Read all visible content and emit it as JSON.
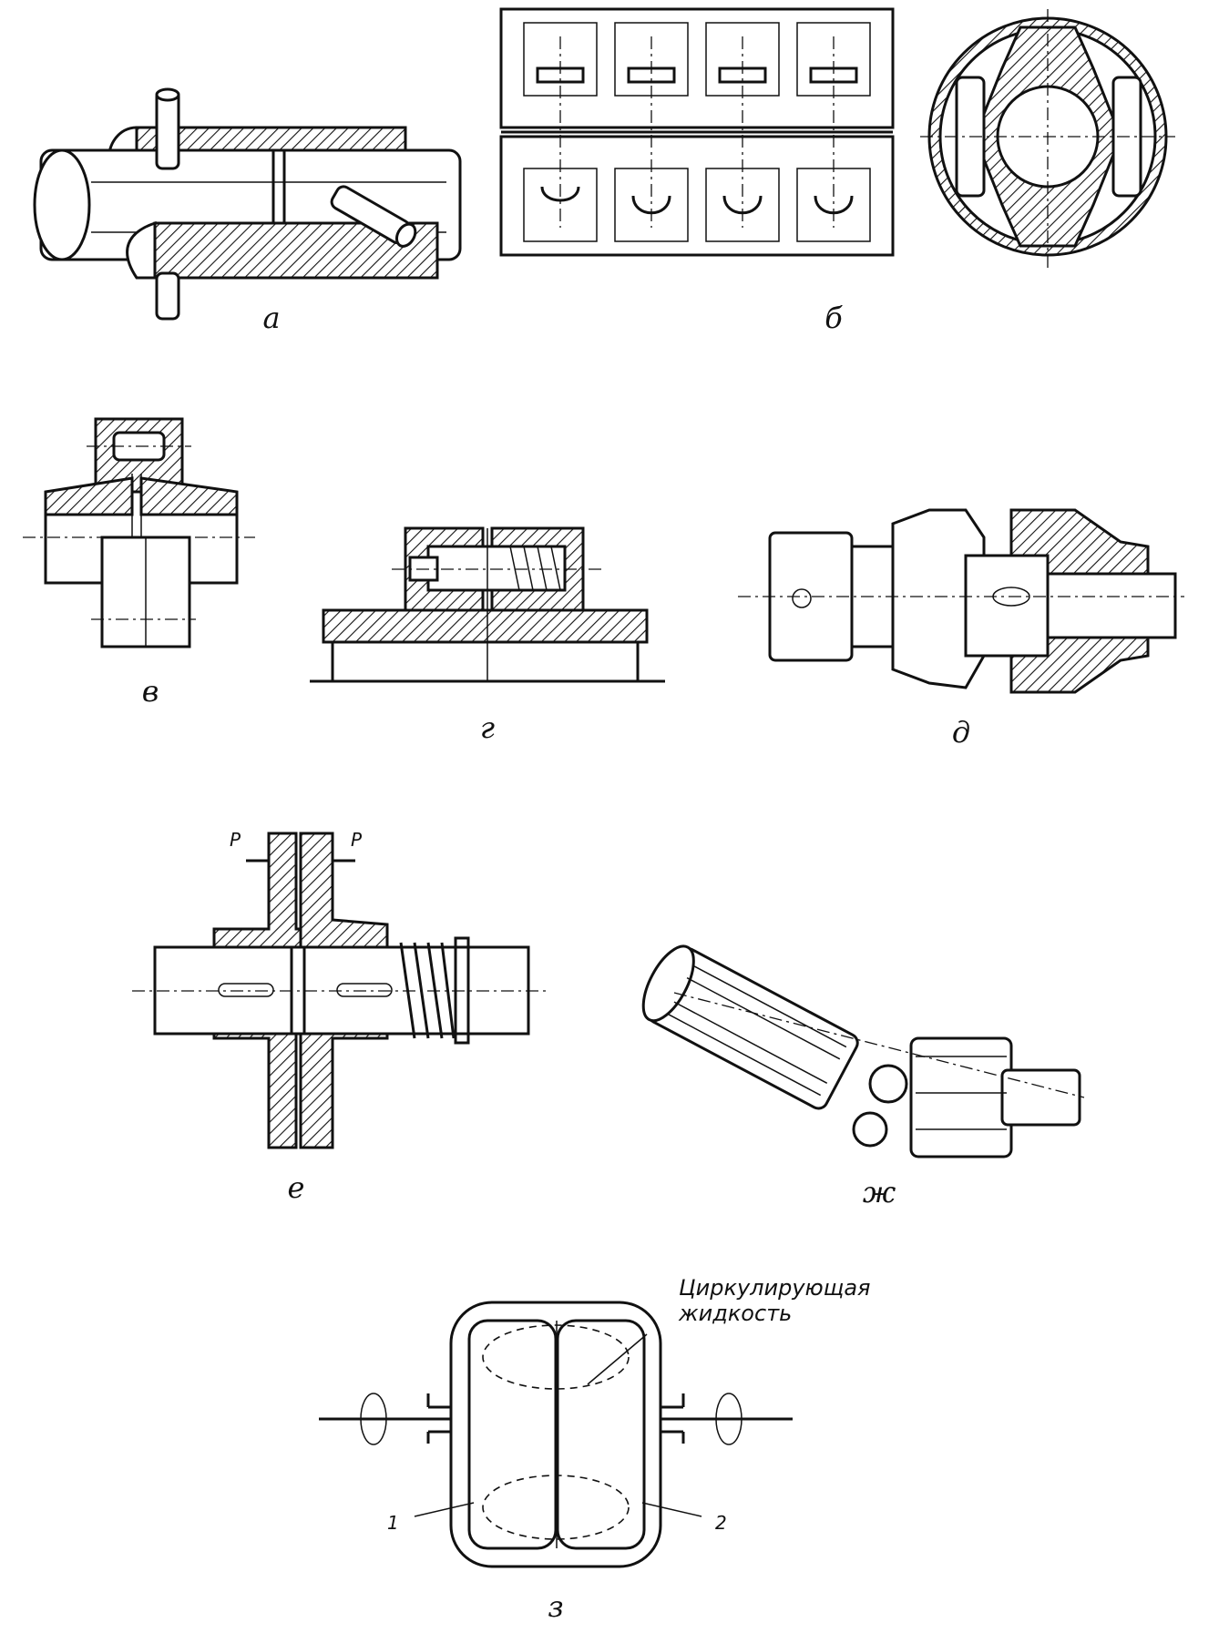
{
  "figures": [
    {
      "id": "a",
      "label": "а"
    },
    {
      "id": "b",
      "label": "б"
    },
    {
      "id": "v",
      "label": "в"
    },
    {
      "id": "g",
      "label": "г"
    },
    {
      "id": "d",
      "label": "д"
    },
    {
      "id": "e",
      "label": "е",
      "force_labels": [
        "P",
        "P"
      ]
    },
    {
      "id": "zh",
      "label": "ж"
    },
    {
      "id": "z",
      "label": "з",
      "annotation": "Циркулирующая жидкость",
      "part_labels": [
        "1",
        "2"
      ]
    }
  ]
}
